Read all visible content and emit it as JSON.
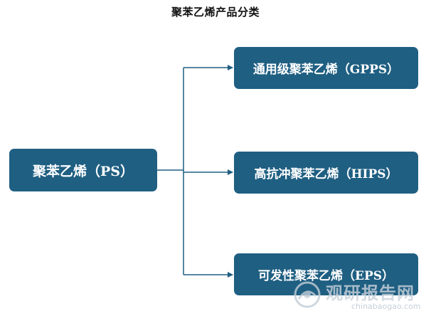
{
  "diagram": {
    "title": "聚苯乙烯产品分类",
    "root": {
      "label": "聚苯乙烯（PS）"
    },
    "children": [
      {
        "label": "通用级聚苯乙烯（GPPS）"
      },
      {
        "label": "高抗冲聚苯乙烯（HIPS）"
      },
      {
        "label": "可发性聚苯乙烯（EPS）"
      }
    ],
    "colors": {
      "node_fill": "#1f5f82",
      "connector": "#1f5f82",
      "text": "#ffffff"
    }
  },
  "watermark": {
    "brand_cn": "观研报告网",
    "brand_url": "chinabaogao.com"
  }
}
